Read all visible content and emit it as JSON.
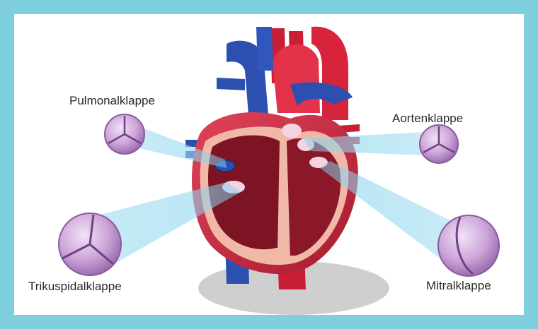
{
  "labels": {
    "pulmonal": "Pulmonalklappe",
    "aorten": "Aortenklappe",
    "trikuspidal": "Trikuspidalklappe",
    "mitral": "Mitralklappe"
  },
  "colors": {
    "frame": "#7fd0de",
    "artery_red": "#d8243a",
    "vein_blue": "#2c4fb0",
    "muscle": "#9a1b2c",
    "valve_lilac": "#c9a0d6",
    "beam": "#8fd6ee"
  }
}
